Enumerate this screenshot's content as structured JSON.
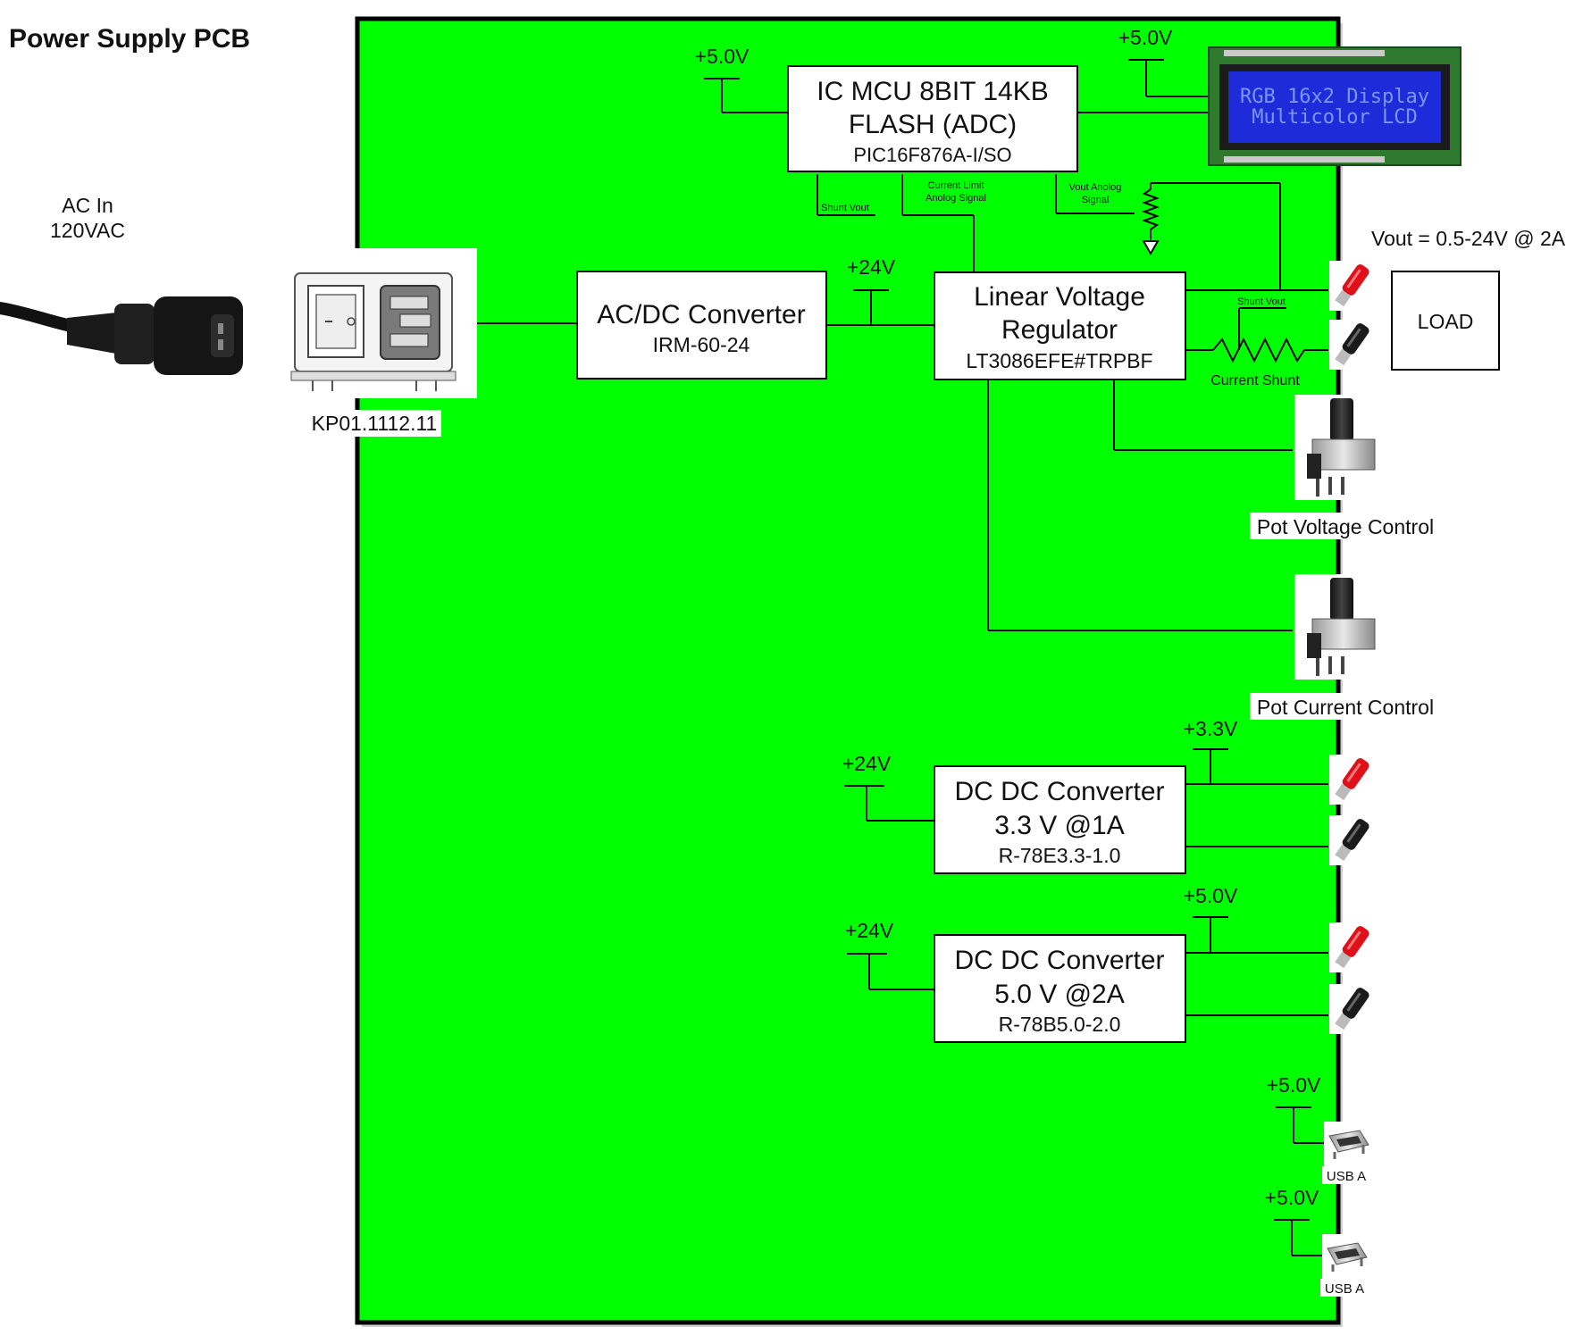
{
  "title": "Power Supply PCB",
  "ac_in": {
    "line1": "AC In",
    "line2": "120VAC"
  },
  "inlet_part": "KP01.1112.11",
  "vout_spec": "Vout  = 0.5-24V @ 2A",
  "load": "LOAD",
  "mcu": {
    "line1": "IC MCU 8BIT 14KB",
    "line2": "FLASH (ADC)",
    "part": "PIC16F876A-I/SO"
  },
  "acdc": {
    "name": "AC/DC Converter",
    "part": "IRM-60-24"
  },
  "ldo": {
    "line1": "Linear Voltage",
    "line2": "Regulator",
    "part": "LT3086EFE#TRPBF"
  },
  "dcdc33": {
    "line1": "DC DC Converter",
    "line2": "3.3 V @1A",
    "part": "R-78E3.3-1.0"
  },
  "dcdc50": {
    "line1": "DC DC Converter",
    "line2": "5.0 V @2A",
    "part": "R-78B5.0-2.0"
  },
  "lcd": {
    "line1": "RGB 16x2 Display",
    "line2": "Multicolor LCD"
  },
  "rails": {
    "mcu_5v": "+5.0V",
    "lcd_5v": "+5.0V",
    "ldo_24v": "+24V",
    "dc33_in": "+24V",
    "dc33_out": "+3.3V",
    "dc50_in": "+24V",
    "dc50_out": "+5.0V",
    "usb1_5v": "+5.0V",
    "usb2_5v": "+5.0V"
  },
  "signals": {
    "shunt_vout": "Shunt Vout",
    "current_limit_1": "Current Limit",
    "current_limit_2": "Anolog Signal",
    "vout_analog_1": "Vout  Anolog",
    "vout_analog_2": "Signal",
    "shunt_vout_2": "Shunt Vout",
    "current_shunt": "Current Shunt"
  },
  "pots": {
    "voltage": "Pot Voltage Control",
    "current": "Pot Current Control"
  },
  "usb": {
    "a1": "USB A",
    "a2": "USB A"
  },
  "colors": {
    "board": "#00ff00",
    "lcd_bg": "#1d2bd8",
    "lcd_text": "#6f8cff",
    "lcd_frame": "#3a8a3a",
    "post_red": "#e0101a",
    "post_black": "#1a1a1a"
  }
}
